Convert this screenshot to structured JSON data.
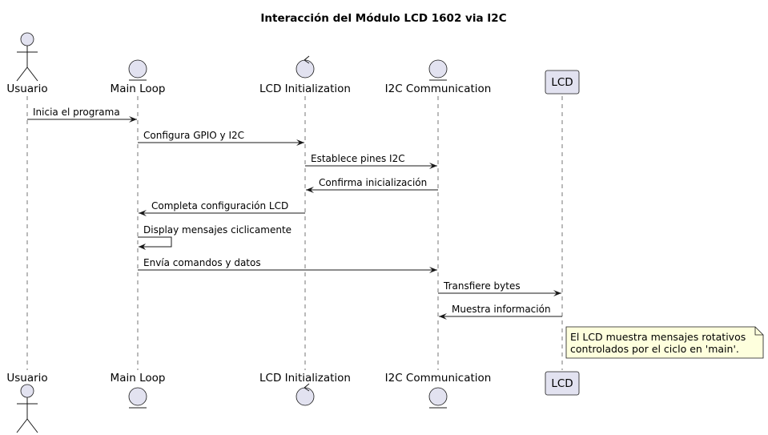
{
  "title": "Interacción del Módulo LCD 1602 via I2C",
  "participants": [
    {
      "id": "usuario",
      "label": "Usuario",
      "kind": "actor"
    },
    {
      "id": "main",
      "label": "Main Loop",
      "kind": "entity"
    },
    {
      "id": "init",
      "label": "LCD Initialization",
      "kind": "control"
    },
    {
      "id": "i2c",
      "label": "I2C Communication",
      "kind": "entity"
    },
    {
      "id": "lcd",
      "label": "LCD",
      "kind": "participant"
    }
  ],
  "messages": [
    {
      "from": "usuario",
      "to": "main",
      "label": "Inicia el programa"
    },
    {
      "from": "main",
      "to": "init",
      "label": "Configura GPIO y I2C"
    },
    {
      "from": "init",
      "to": "i2c",
      "label": "Establece pines I2C"
    },
    {
      "from": "i2c",
      "to": "init",
      "label": "Confirma inicialización"
    },
    {
      "from": "init",
      "to": "main",
      "label": "Completa configuración LCD"
    },
    {
      "from": "main",
      "to": "main",
      "label": "Display mensajes ciclicamente"
    },
    {
      "from": "main",
      "to": "i2c",
      "label": "Envía comandos y datos"
    },
    {
      "from": "i2c",
      "to": "lcd",
      "label": "Transfiere bytes"
    },
    {
      "from": "lcd",
      "to": "i2c",
      "label": "Muestra información"
    }
  ],
  "note": {
    "over": "lcd",
    "lines": [
      "El LCD muestra mensajes rotativos",
      "controlados por el ciclo en 'main'."
    ],
    "fill": "#FEFFDD",
    "border": "#181818"
  },
  "colors": {
    "participant_fill": "#E2E2F0",
    "stroke": "#181818",
    "lifeline": "#555555"
  }
}
